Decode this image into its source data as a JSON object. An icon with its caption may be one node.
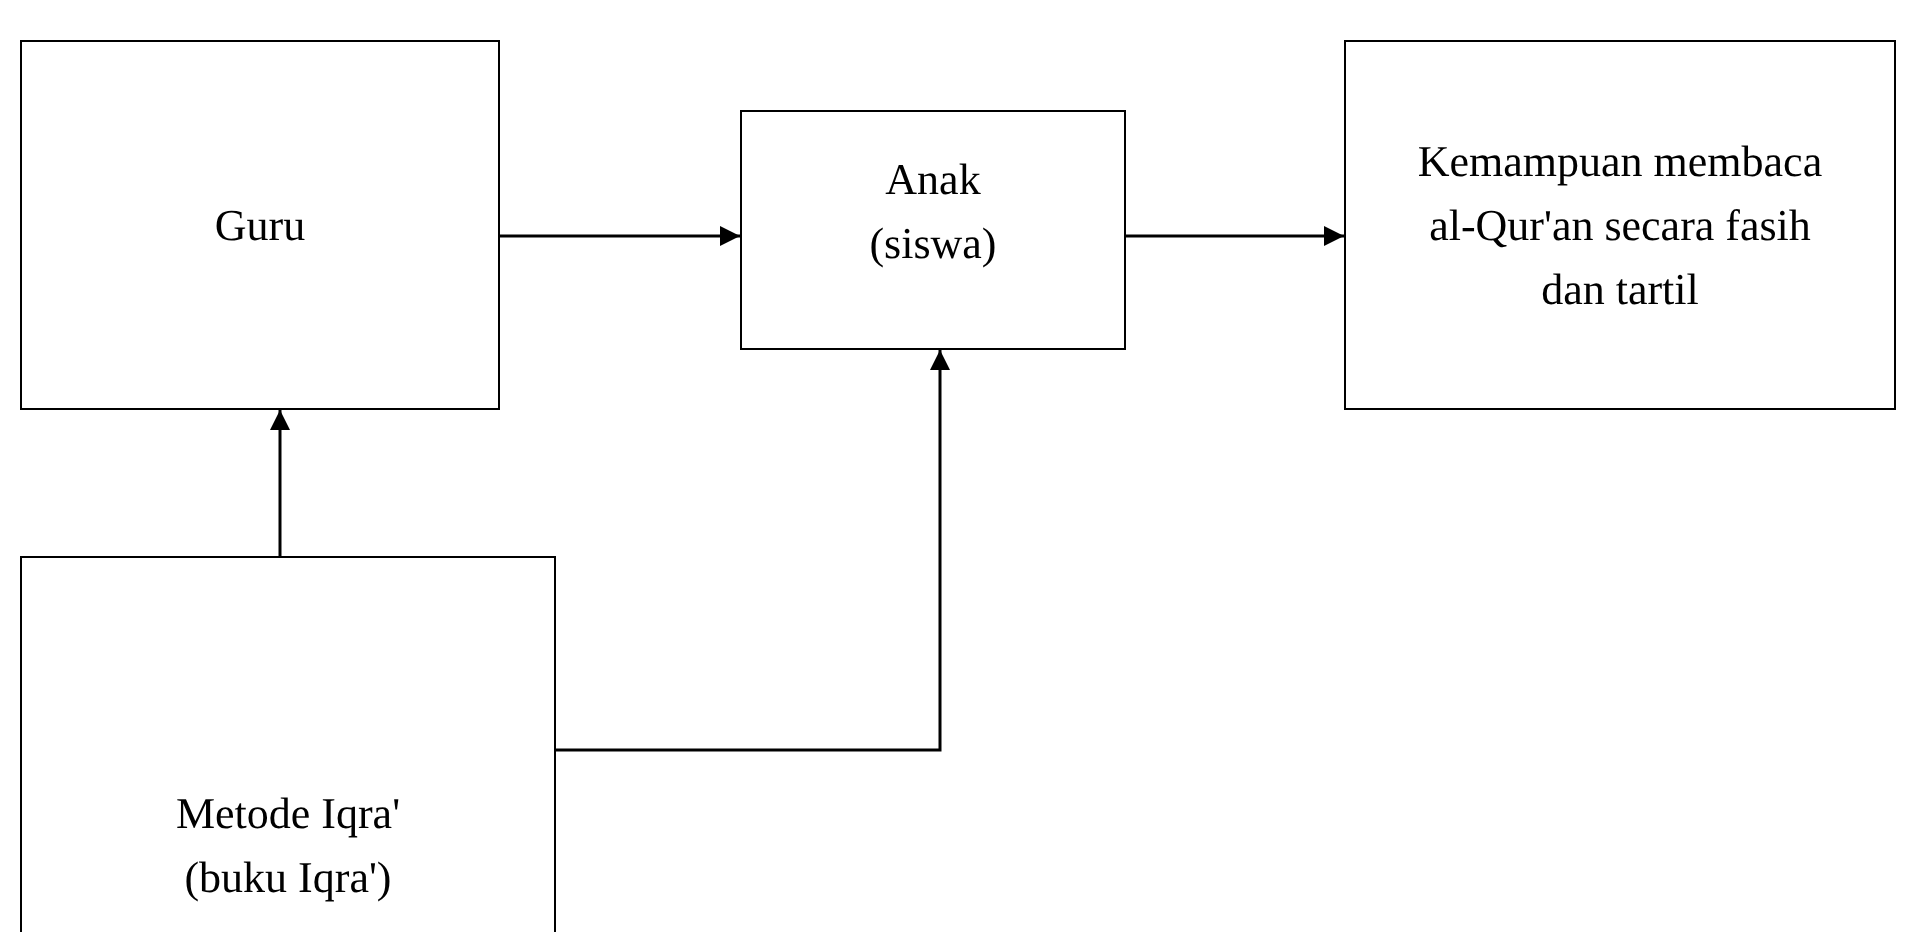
{
  "diagram": {
    "nodes": [
      {
        "text": [
          "Guru"
        ]
      },
      {
        "text": [
          "Anak (siswa)"
        ]
      },
      {
        "text": [
          "Kemampuan membaca al-Qur'an secara fasih dan tartil"
        ]
      },
      {
        "text": [
          "Metode Iqra' (buku Iqra')"
        ]
      }
    ],
    "edges": [
      {
        "from": 0,
        "to": 1,
        "arrow": "to"
      },
      {
        "from": 1,
        "to": 2,
        "arrow": "to"
      },
      {
        "from": 3,
        "to": 0,
        "arrow": "to"
      },
      {
        "from": 3,
        "to": 1,
        "arrow": "to"
      }
    ]
  }
}
